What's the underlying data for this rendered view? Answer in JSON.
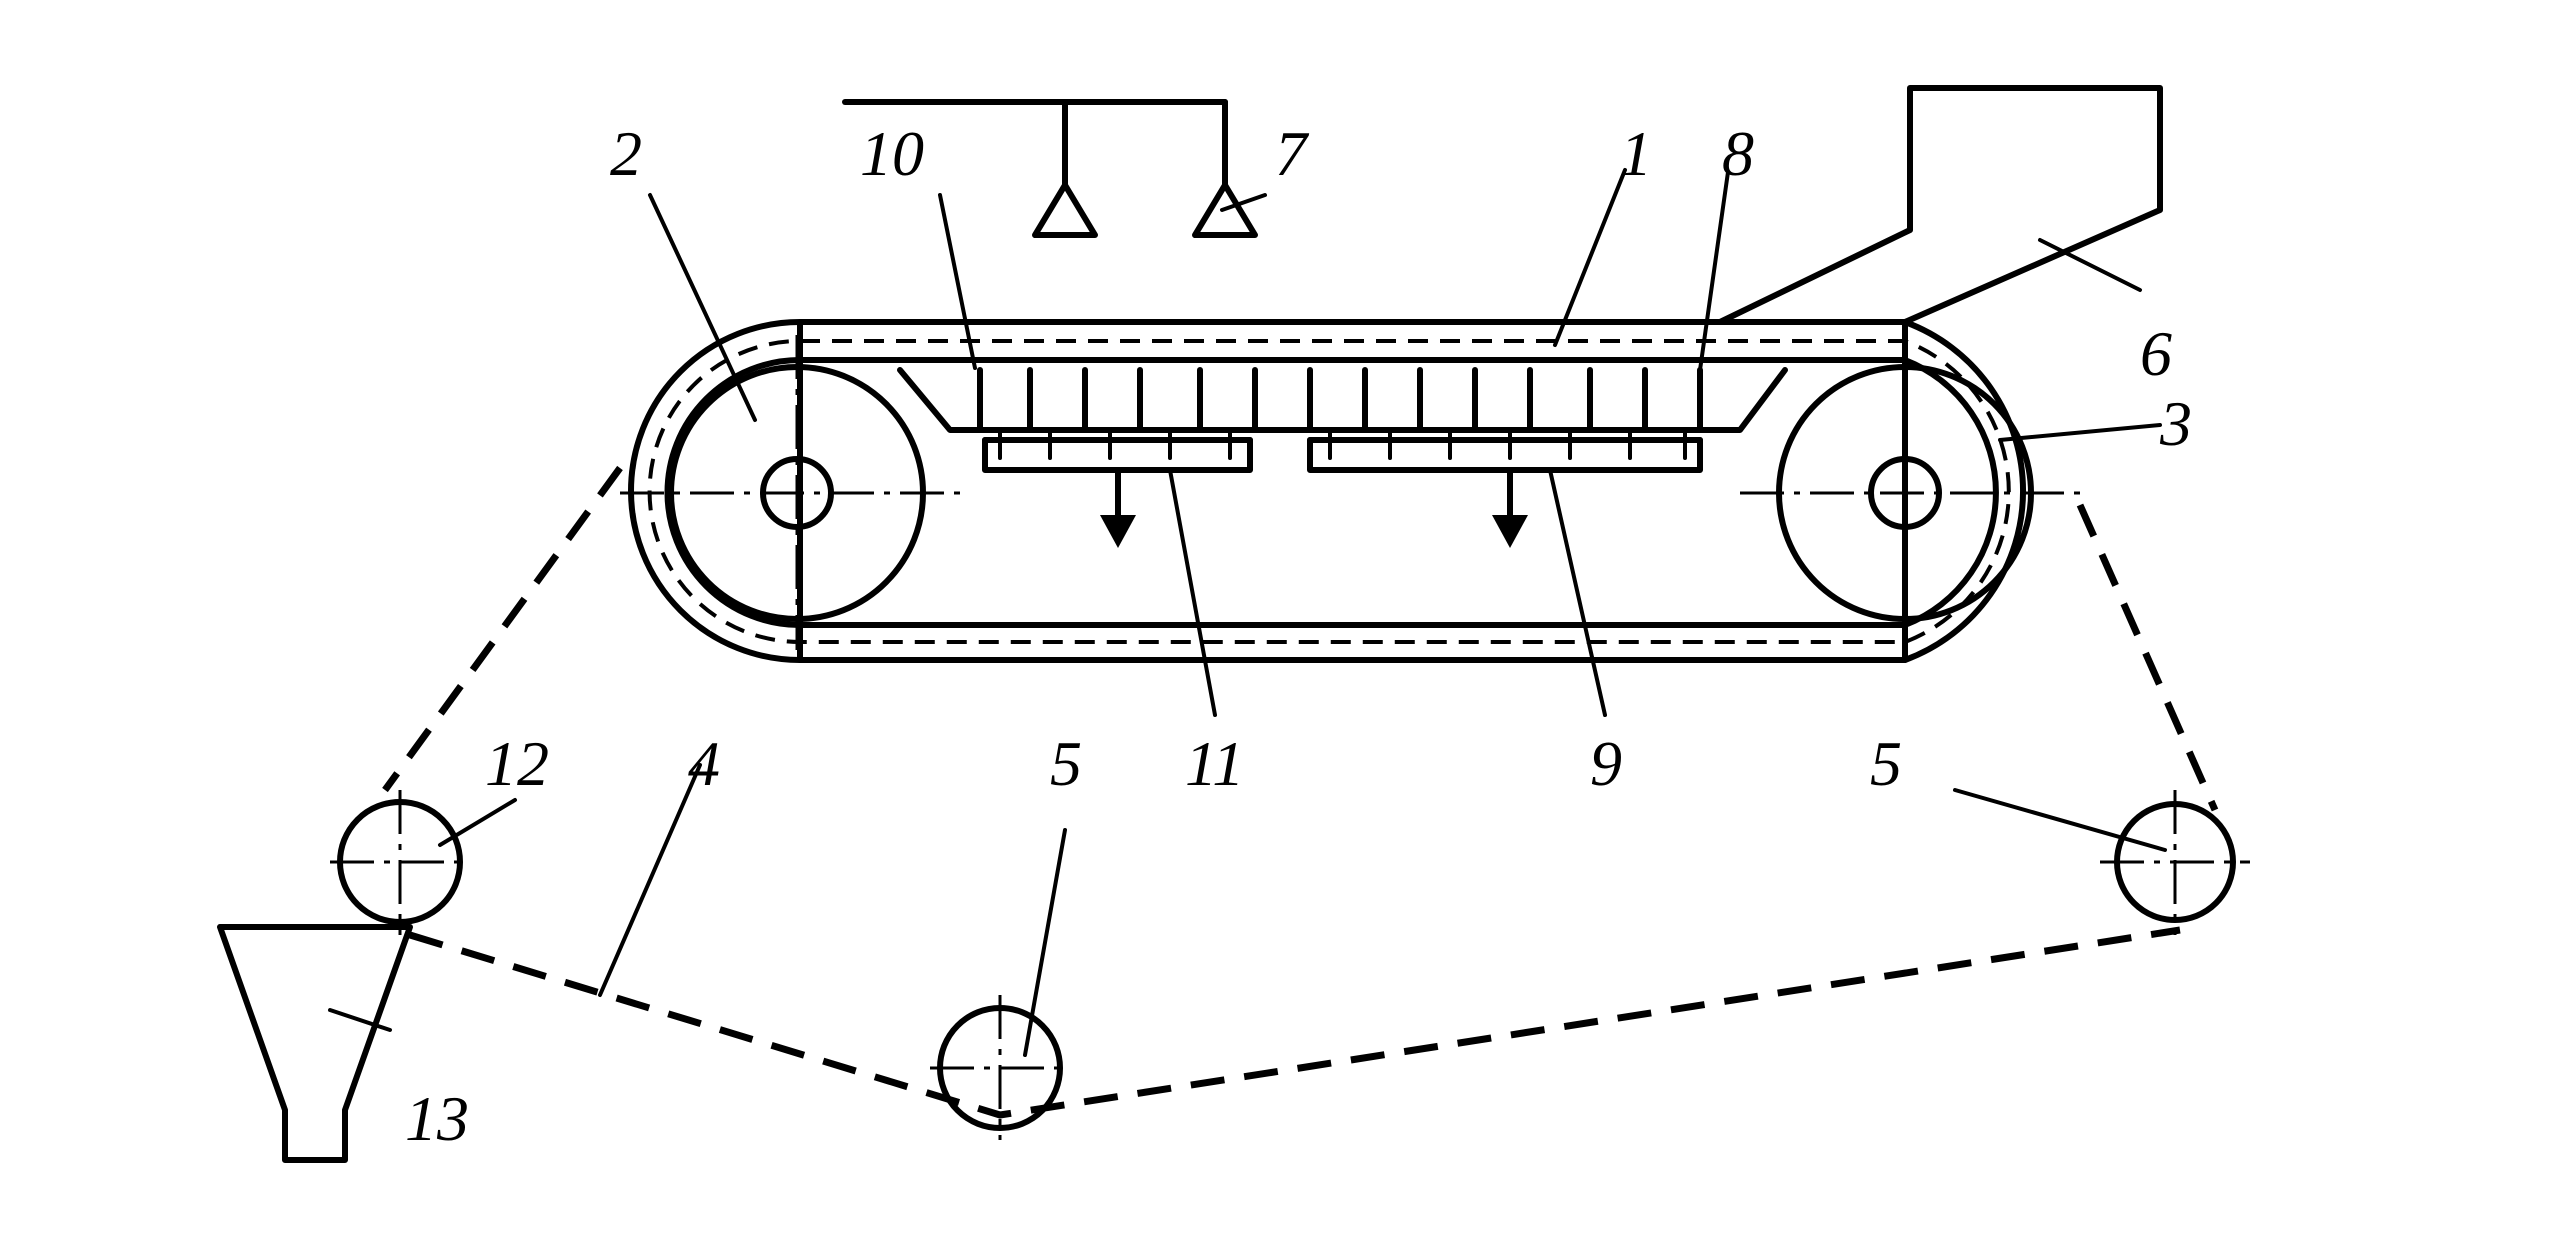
{
  "diagram": {
    "labels": {
      "n1": "1",
      "n2": "2",
      "n3": "3",
      "n4": "4",
      "n5a": "5",
      "n5b": "5",
      "n6": "6",
      "n7": "7",
      "n8": "8",
      "n9": "9",
      "n10": "10",
      "n11": "11",
      "n12": "12",
      "n13": "13"
    }
  }
}
